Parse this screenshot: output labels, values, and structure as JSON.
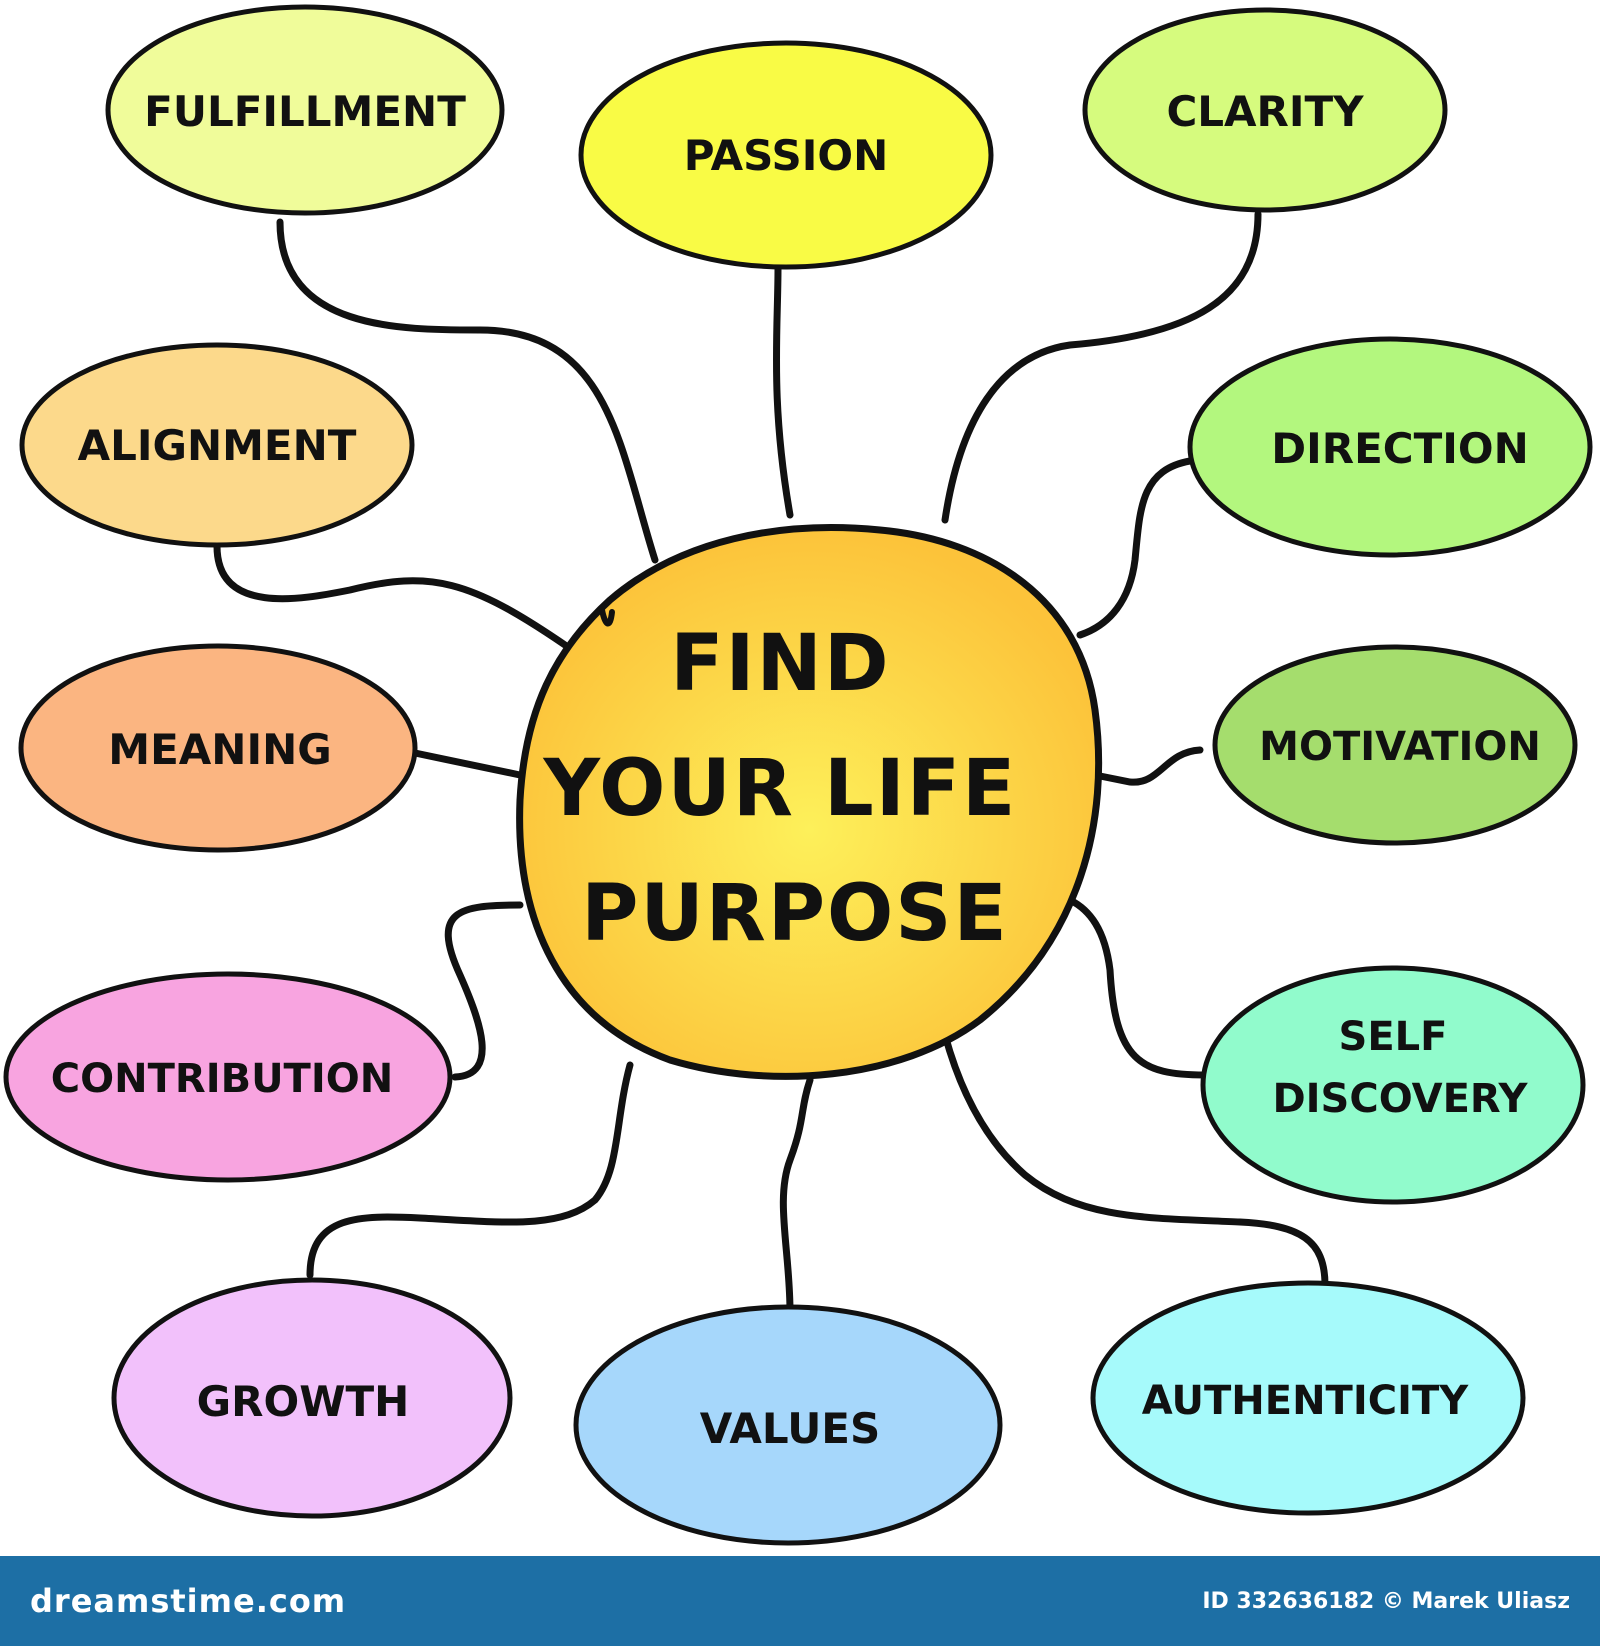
{
  "diagram": {
    "center": {
      "lines": [
        "FIND",
        "YOUR LIFE",
        "PURPOSE"
      ],
      "color": "#fcc33a",
      "highlight": "#fdf05a"
    },
    "nodes": [
      {
        "id": "fulfillment",
        "lines": [
          "FULFILLMENT"
        ],
        "color": "#f0fc9a"
      },
      {
        "id": "passion",
        "lines": [
          "PASSION"
        ],
        "color": "#f9fb45"
      },
      {
        "id": "clarity",
        "lines": [
          "CLARITY"
        ],
        "color": "#d6fb7e"
      },
      {
        "id": "alignment",
        "lines": [
          "ALIGNMENT"
        ],
        "color": "#fcd98b"
      },
      {
        "id": "direction",
        "lines": [
          "DIRECTION"
        ],
        "color": "#b3f77e"
      },
      {
        "id": "meaning",
        "lines": [
          "MEANING"
        ],
        "color": "#fbb581"
      },
      {
        "id": "motivation",
        "lines": [
          "MOTIVATION"
        ],
        "color": "#a5dd6d"
      },
      {
        "id": "contribution",
        "lines": [
          "CONTRIBUTION"
        ],
        "color": "#f8a4e0"
      },
      {
        "id": "self-discovery",
        "lines": [
          "SELF",
          "DISCOVERY"
        ],
        "color": "#91fbcc"
      },
      {
        "id": "growth",
        "lines": [
          "GROWTH"
        ],
        "color": "#f2c1fb"
      },
      {
        "id": "values",
        "lines": [
          "VALUES"
        ],
        "color": "#a6d7fb"
      },
      {
        "id": "authenticity",
        "lines": [
          "AUTHENTICITY"
        ],
        "color": "#a6fafb"
      }
    ]
  },
  "footer": {
    "site": "dreamstime.com",
    "credit": "ID 332636182 © Marek Uliasz",
    "background": "#1d6fa5"
  }
}
